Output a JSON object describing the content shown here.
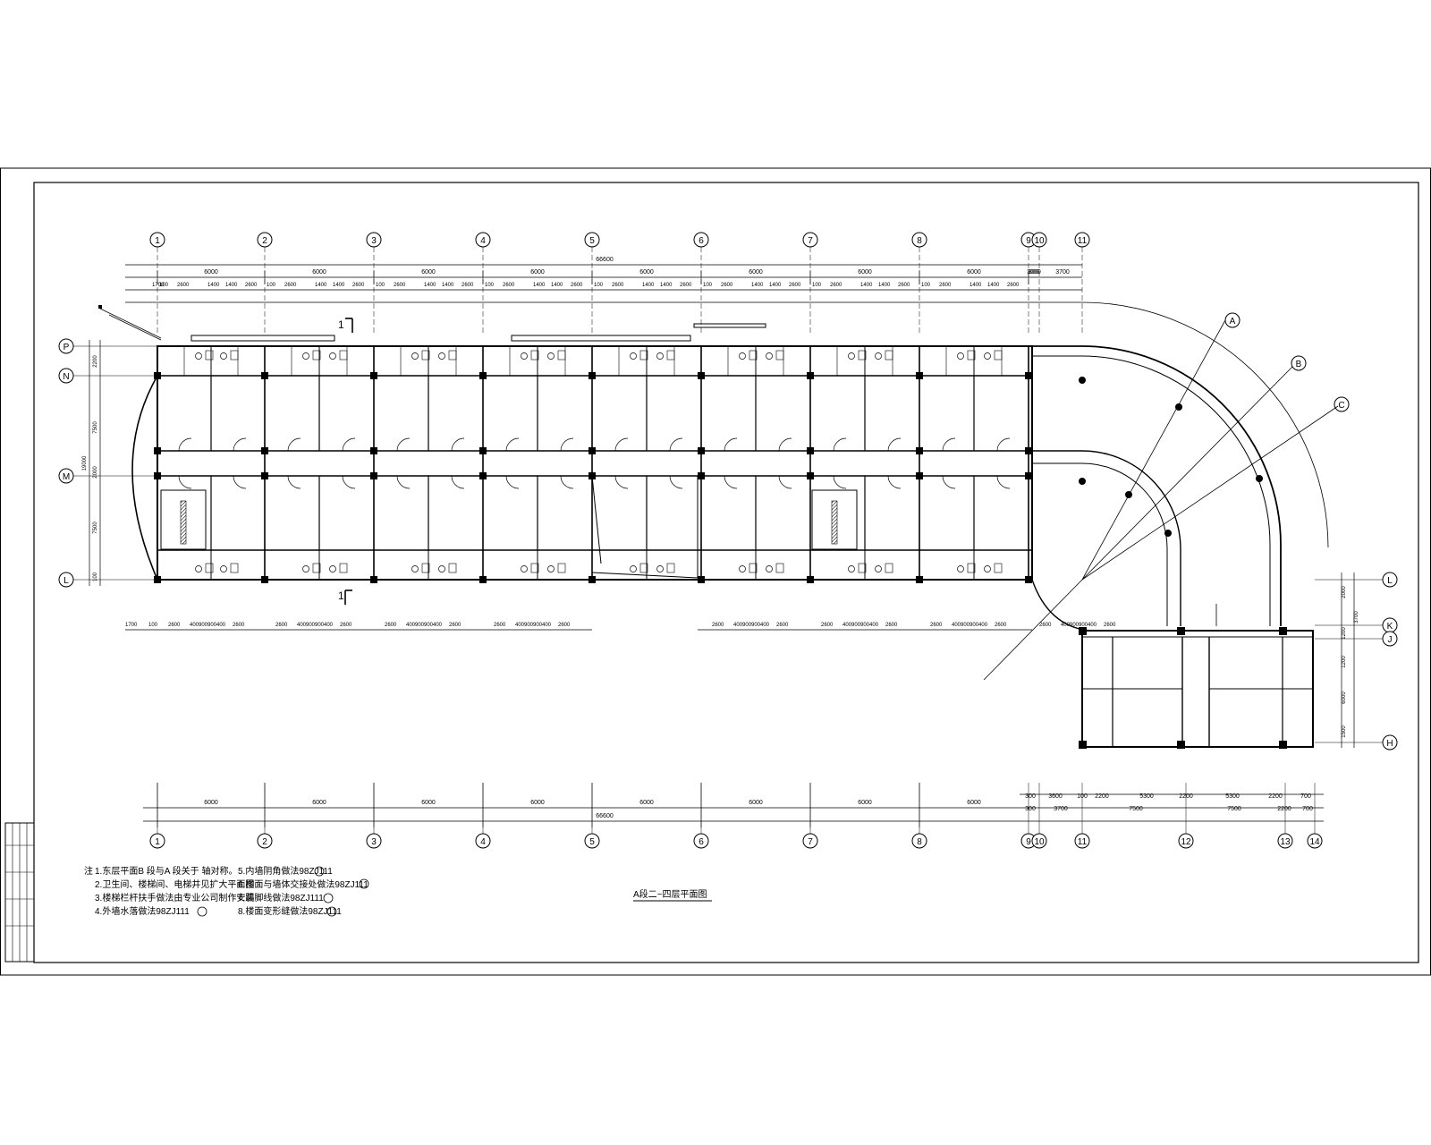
{
  "colors": {
    "line": "#000000",
    "paper": "#ffffff"
  },
  "axes_top": [
    "1",
    "2",
    "3",
    "4",
    "5",
    "6",
    "7",
    "8",
    "9",
    "10",
    "11"
  ],
  "axes_bottom": [
    "1",
    "2",
    "3",
    "4",
    "5",
    "6",
    "7",
    "8",
    "9",
    "10",
    "11",
    "12",
    "13",
    "14"
  ],
  "axes_left": [
    "P",
    "N",
    "M",
    "L"
  ],
  "axes_right": [
    "L",
    "K",
    "J",
    "H"
  ],
  "axes_arc": [
    "A",
    "B",
    "C"
  ],
  "dims_top": {
    "total": "66600",
    "bays": [
      "6000",
      "6000",
      "6000",
      "6000",
      "6000",
      "6000",
      "6000",
      "6000",
      "3000"
    ],
    "tail": [
      "300",
      "3700"
    ],
    "row_detail": [
      "1700",
      "100",
      "2600",
      "1400",
      "1400",
      "2600"
    ]
  },
  "dims_bottom": {
    "total": "66600",
    "bays": [
      "6000",
      "6000",
      "6000",
      "6000",
      "6000",
      "6000",
      "6000",
      "6000"
    ],
    "wing_upper": [
      "300",
      "3600",
      "100",
      "2200",
      "5300",
      "2200",
      "5300",
      "2200",
      "700"
    ],
    "wing_lower": [
      "300",
      "3700",
      "7500",
      "7500",
      "2200",
      "700"
    ]
  },
  "dims_left": [
    "2200",
    "7500",
    "19000",
    "2000",
    "7500",
    "100"
  ],
  "dims_right": [
    "2000",
    "3700",
    "1200",
    "1200",
    "6000",
    "1500"
  ],
  "dims_row_under": [
    "1700",
    "100",
    "2600",
    "400",
    "900",
    "900",
    "400",
    "2600"
  ],
  "section_marks": [
    "1",
    "1"
  ],
  "notes": {
    "prefix": "注",
    "items": [
      "1.东层平面B 段与A 段关于    轴对称。",
      "2.卫生间、楼梯间、电梯井见扩大平面图",
      "3.楼梯栏杆扶手做法由专业公司制作安装",
      "4.外墙水落做法98ZJ111",
      "5.内墙阴角做法98ZJ111",
      "6.楼面与墙体交接处做法98ZJ111",
      "7.踢脚线做法98ZJ111",
      "8.楼面变形缝做法98ZJ111"
    ]
  },
  "drawing_title": "A段二~四层平面图"
}
